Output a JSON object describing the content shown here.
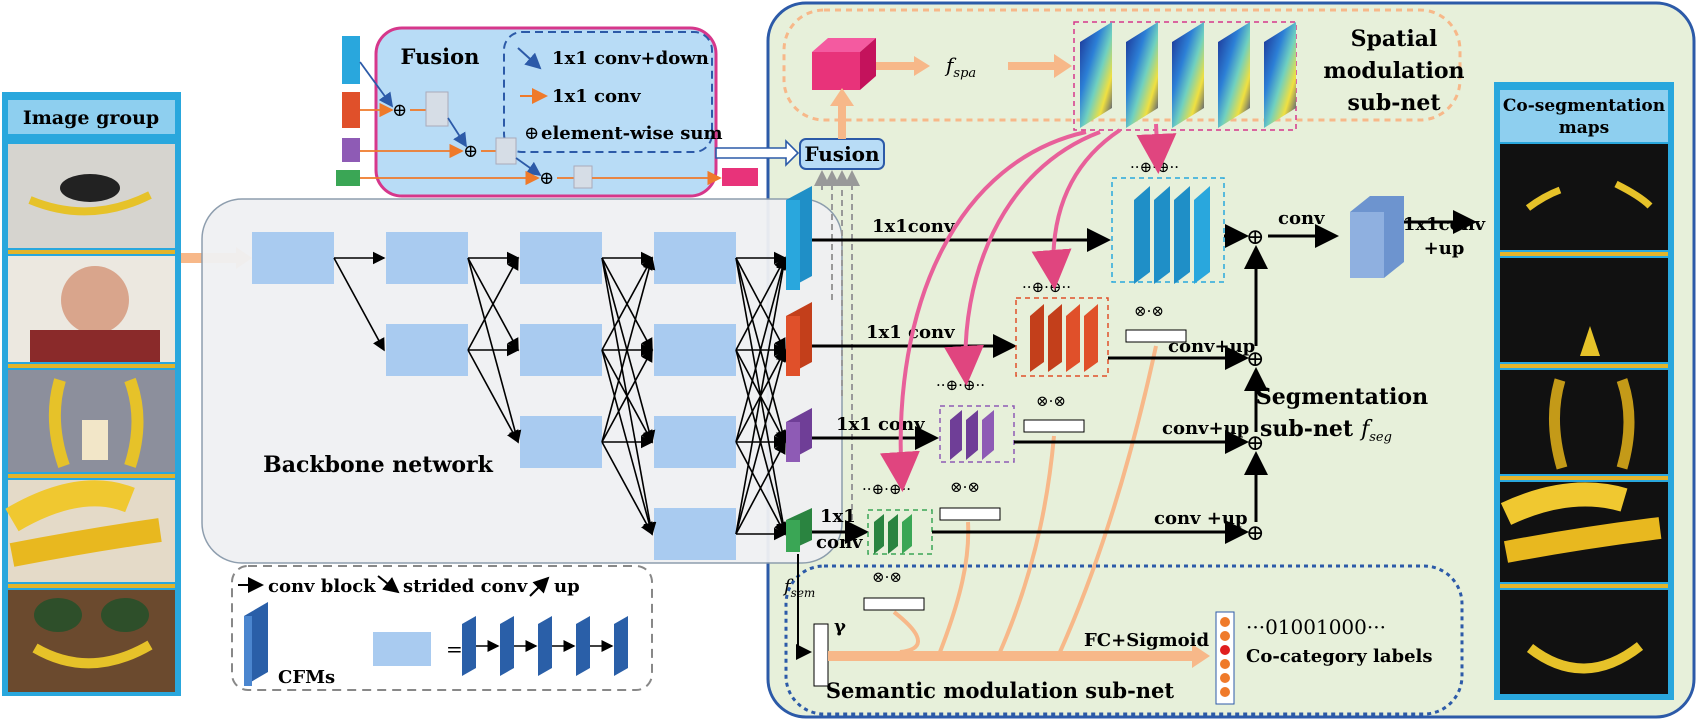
{
  "image_group": {
    "title": "Image group",
    "photos": [
      {
        "icon": "binoculars-banana-photo",
        "bg": "#d6d4cf"
      },
      {
        "icon": "man-eating-banana-photo",
        "bg": "#e9e4dc"
      },
      {
        "icon": "bananas-jar-photo",
        "bg": "#8c8f9c"
      },
      {
        "icon": "banana-bunch-photo",
        "bg": "#e0d8c8"
      },
      {
        "icon": "mangoes-banana-photo",
        "bg": "#6b4a2e"
      }
    ]
  },
  "backbone": {
    "label": "Backbone network"
  },
  "legend": {
    "conv_block": "conv block",
    "strided_conv": "strided conv",
    "up": "up",
    "cfms": "CFMs",
    "equals": "="
  },
  "fusion_box": {
    "title": "Fusion",
    "item1": "1x1 conv+down",
    "item2": "1x1 conv",
    "item3": "element-wise sum",
    "sum_symbol": "⊕"
  },
  "fusion_node": {
    "label": "Fusion"
  },
  "spatial": {
    "title_line1": "Spatial",
    "title_line2": "modulation",
    "title_line3": "sub-net",
    "f_spa": "f",
    "f_spa_sub": "spa"
  },
  "segmentation": {
    "title_line1": "Segmentation",
    "title_line2": "sub-net",
    "f_seg": "f",
    "f_seg_sub": "seg",
    "conv1": "1x1conv",
    "conv2": "1x1 conv",
    "conv3": "1x1 conv",
    "conv4a": "1x1",
    "conv4b": "conv",
    "convup1": "conv+up",
    "convup2": "conv+up",
    "convup3": "conv +up",
    "conv_top": "conv",
    "out_conv1": "1x1conv",
    "out_conv2": "+up"
  },
  "semantic": {
    "title": "Semantic modulation sub-net",
    "f_sem": "f",
    "f_sem_sub": "sem",
    "gamma": "γ",
    "fc": "FC+Sigmoid",
    "bits": "···01001000···",
    "labels": "Co-category  labels"
  },
  "coseg": {
    "title_line1": "Co-segmentation",
    "title_line2": "maps"
  },
  "colors": {
    "blue_frame": "#2c5aa8",
    "cyan": "#29a7dd",
    "orange_red": "#e0502a",
    "purple": "#8e5bb5",
    "green": "#3aa655",
    "pink": "#e0457f",
    "magenta": "#e8337a",
    "peach": "#f7b889",
    "panel_green": "#e6f0d8"
  }
}
